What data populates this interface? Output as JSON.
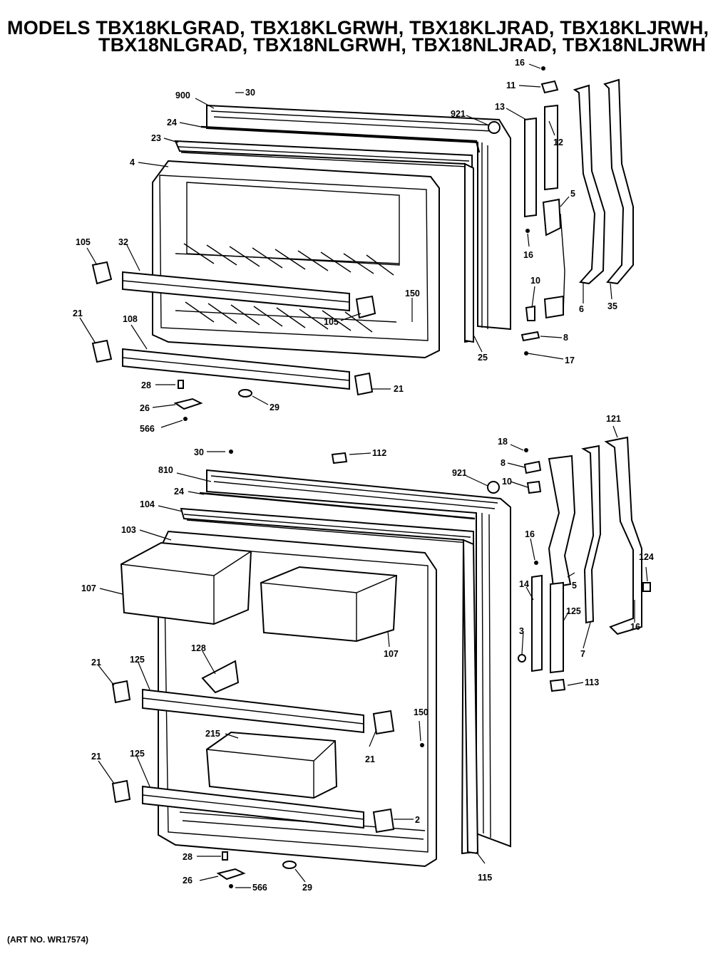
{
  "header": {
    "line1": "MODELS TBX18KLGRAD, TBX18KLGRWH, TBX18KLJRAD, TBX18KLJRWH,",
    "line2": "TBX18NLGRAD, TBX18NLGRWH, TBX18NLJRAD, TBX18NLJRWH"
  },
  "footer": {
    "art_no": "(ART NO. WR17574)"
  },
  "callouts": {
    "top": {
      "c900": "900",
      "c30": "30",
      "c24": "24",
      "c23": "23",
      "c4": "4",
      "c921": "921",
      "c105a": "105",
      "c32": "32",
      "c21a": "21",
      "c108": "108",
      "c105b": "105",
      "c150": "150",
      "c25": "25",
      "c28": "28",
      "c26": "26",
      "c566": "566",
      "c29": "29",
      "c21b": "21",
      "c16a": "16",
      "c11": "11",
      "c13": "13",
      "c12": "12",
      "c5": "5",
      "c16b": "16",
      "c10": "10",
      "c6": "6",
      "c35": "35",
      "c8": "8",
      "c17": "17"
    },
    "bottom": {
      "c30": "30",
      "c112": "112",
      "c18": "18",
      "c121": "121",
      "c810": "810",
      "c24": "24",
      "c104": "104",
      "c103": "103",
      "c107a": "107",
      "c921": "921",
      "c8": "8",
      "c10": "10",
      "c16a": "16",
      "c14": "14",
      "c5": "5",
      "c125a": "125",
      "c124": "124",
      "c16b": "16",
      "c3": "3",
      "c7": "7",
      "c113": "113",
      "c107b": "107",
      "c128": "128",
      "c21a": "21",
      "c125b": "125",
      "c150": "150",
      "c215": "215",
      "c21b": "21",
      "c21c": "21",
      "c125c": "125",
      "c21d": "2",
      "c28": "28",
      "c26": "26",
      "c566": "566",
      "c29": "29",
      "c115": "115"
    }
  }
}
